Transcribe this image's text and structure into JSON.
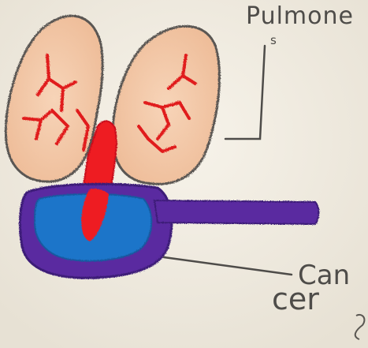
{
  "labels": {
    "top": "Pulmone",
    "top_sub": "s",
    "bottom_line1": "Can",
    "bottom_line2": "cer"
  },
  "colors": {
    "paper": "#f3efe6",
    "lung_fill": "#f2c5a5",
    "lung_outline": "#5a5752",
    "vessel_red": "#e01a1f",
    "trachea_red": "#ee1c24",
    "tumor_blue": "#1f74c9",
    "tumor_purple": "#5a2ca0",
    "pencil_grey": "#4e4c49"
  }
}
